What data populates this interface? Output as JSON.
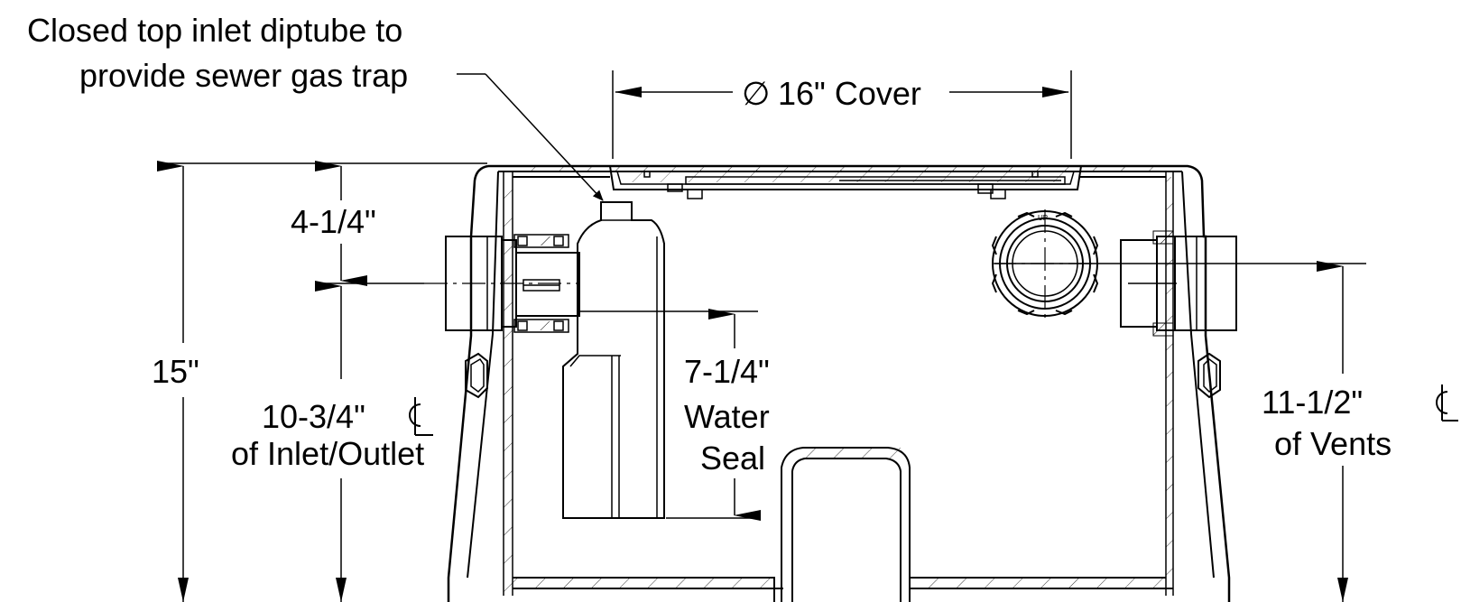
{
  "callout": {
    "line1": "Closed top inlet diptube to",
    "line2": "provide sewer gas trap"
  },
  "dimensions": {
    "cover": "16\" Cover",
    "cover_symbol": "∅",
    "overall_height": "15\"",
    "inlet_depth": "4-1/4\"",
    "inlet_centerline": {
      "value": "10-3/4\"",
      "line2": "of Inlet/Outlet"
    },
    "water_seal": {
      "value": "7-1/4\"",
      "line2": "Water",
      "line3": "Seal"
    },
    "vent_centerline": {
      "value": "11-1/2\"",
      "line2": "of Vents"
    }
  }
}
